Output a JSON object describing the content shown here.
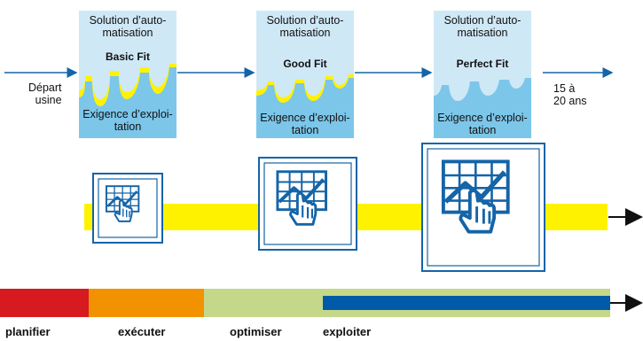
{
  "timeline": {
    "start_label_line1": "Départ",
    "start_label_line2": "usine",
    "end_label_line1": "15 à",
    "end_label_line2": "20 ans"
  },
  "fits": [
    {
      "solution_line1": "Solution d’auto-",
      "solution_line2": "matisation",
      "name": "Basic Fit",
      "requirement_line1": "Exigence d’exploi-",
      "requirement_line2": "tation"
    },
    {
      "solution_line1": "Solution d’auto-",
      "solution_line2": "matisation",
      "name": "Good Fit",
      "requirement_line1": "Exigence d’exploi-",
      "requirement_line2": "tation"
    },
    {
      "solution_line1": "Solution d’auto-",
      "solution_line2": "matisation",
      "name": "Perfect Fit",
      "requirement_line1": "Exigence d’exploi-",
      "requirement_line2": "tation"
    }
  ],
  "phases": [
    {
      "label": "planifier",
      "color": "#d71920"
    },
    {
      "label": "exécuter",
      "color": "#f39200"
    },
    {
      "label": "optimiser",
      "color": "#c5d88a"
    },
    {
      "label": "exploiter",
      "color": "#005aa8"
    }
  ],
  "colors": {
    "accent_blue": "#1464a8",
    "card_top": "#cfe8f6",
    "card_bottom": "#7cc6ea",
    "yellow": "#fff200",
    "green": "#c5d88a"
  },
  "icons": [
    "touch-screen-chart-icon"
  ]
}
